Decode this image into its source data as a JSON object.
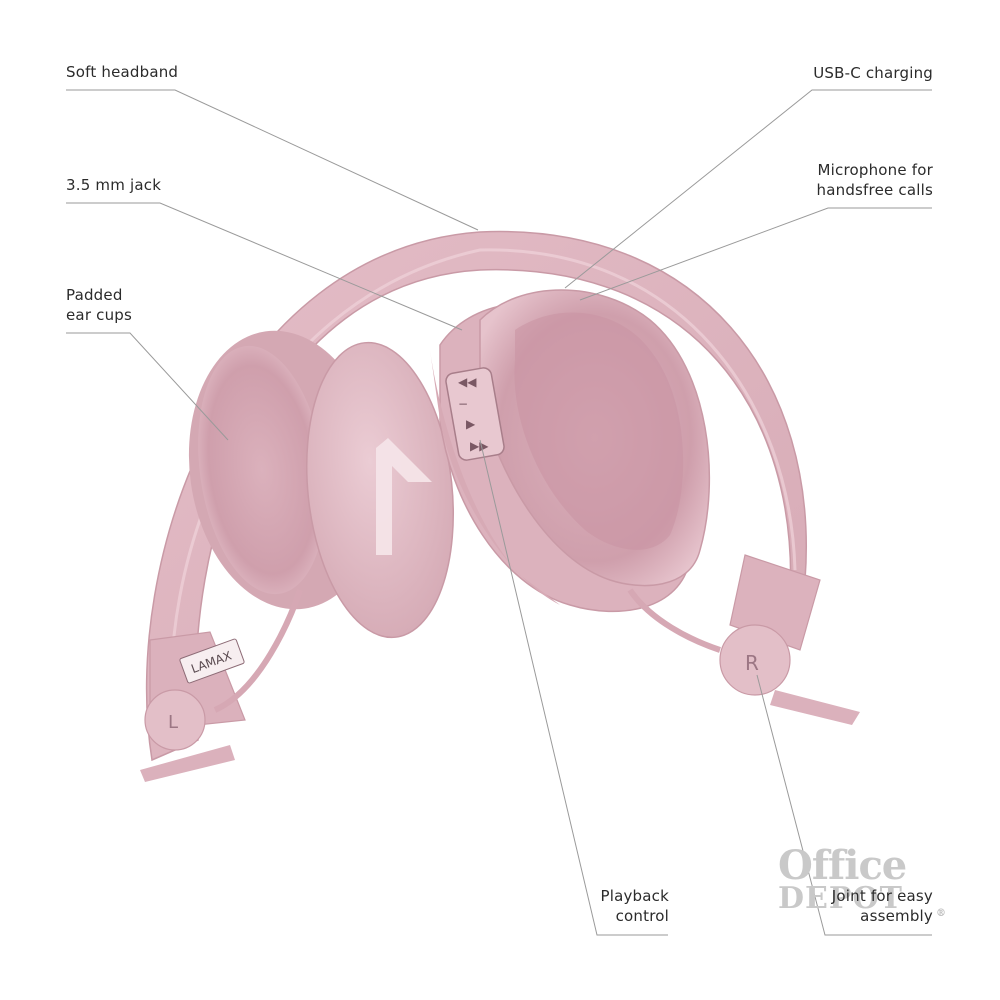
{
  "callouts": {
    "soft_headband": "Soft headband",
    "usb_c_charging": "USB-C charging",
    "jack_35": "3.5 mm jack",
    "microphone_line1": "Microphone for",
    "microphone_line2": "handsfree calls",
    "padded_line1": "Padded",
    "padded_line2": "ear cups",
    "playback_line1": "Playback",
    "playback_line2": "control",
    "joint_line1": "Joint for easy",
    "joint_line2": "assembly"
  },
  "product": {
    "brand_plate": "LAMAX",
    "left_marker": "L",
    "right_marker": "R"
  },
  "watermark": {
    "line1": "Office",
    "line2": "DEPOT",
    "mark": "®"
  },
  "colors": {
    "body": "#e2bcc5",
    "shade": "#c99aa6",
    "highlight": "#efd3da",
    "line": "#9a9a9a"
  }
}
